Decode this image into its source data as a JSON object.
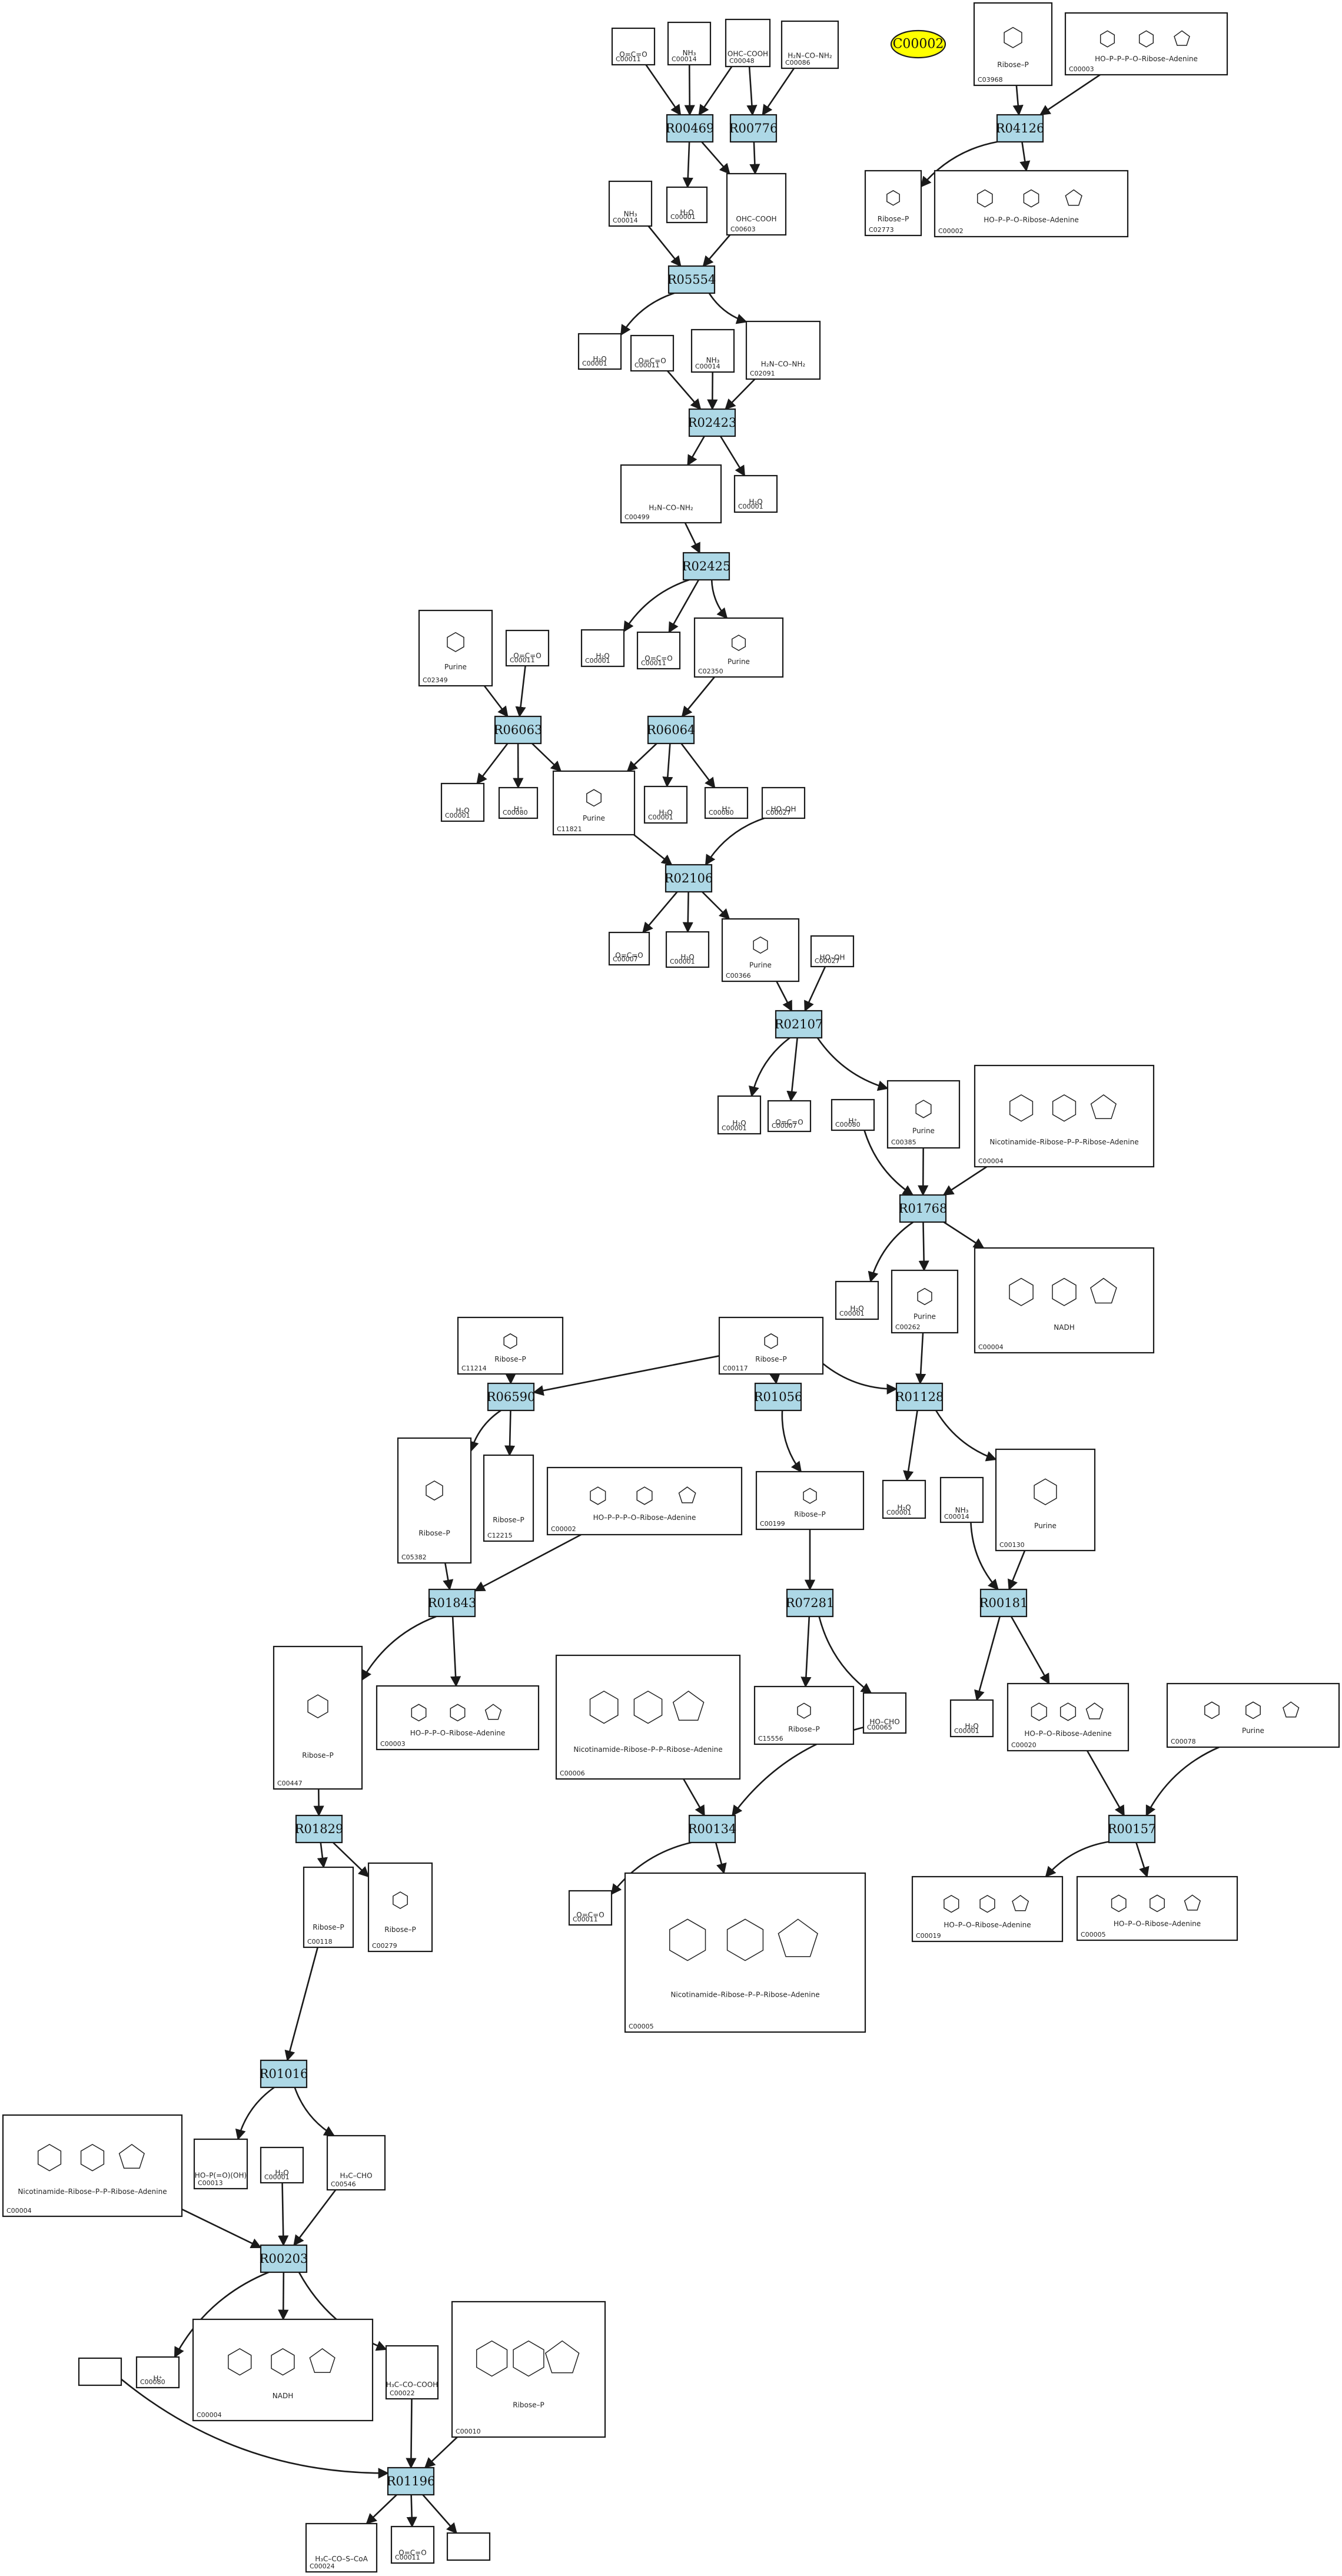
{
  "reactions": [
    "R00469",
    "R00776",
    "R04126",
    "R05554",
    "R02423",
    "R02425",
    "R06063",
    "R06064",
    "R02106",
    "R02107",
    "R01768",
    "R06590",
    "R01056",
    "R01128",
    "R01843",
    "R07281",
    "R00181",
    "R01829",
    "R00134",
    "R00157",
    "R01016",
    "R00203",
    "R01196"
  ],
  "compound_ids": [
    "C00011",
    "C00014",
    "C00048",
    "C00086",
    "C03968",
    "C00003",
    "C02773",
    "C00002",
    "C00001",
    "C00603",
    "C02091",
    "C00499",
    "C02349",
    "C02350",
    "C00080",
    "C11821",
    "C00027",
    "C00007",
    "C00366",
    "C00385",
    "C00004",
    "C11214",
    "C00117",
    "C00262",
    "C05382",
    "C12215",
    "C00199",
    "C00130",
    "C00447",
    "C15556",
    "C00065",
    "C00020",
    "C00078",
    "C00006",
    "C00118",
    "C00279",
    "C00005",
    "C00019",
    "C00013",
    "C00546",
    "C00022",
    "C00010",
    "C00024"
  ],
  "highlight_compound": "C00002",
  "structure_labels": {
    "co2": "O=C=O",
    "water": "H₂O",
    "ammonia": "NH₃",
    "proton": "H⁺",
    "peroxide": "HO–OH",
    "urea": "H₂N–CO–NH₂",
    "atp": "HO–P–P–P–O–Ribose–Adenine",
    "adp": "HO–P–P–O–Ribose–Adenine",
    "amp": "HO–P–O–Ribose–Adenine",
    "nad": "Nicotinamide–Ribose–P–P–Ribose–Adenine",
    "nadh": "NADH",
    "ribose_p": "Ribose–P",
    "acetyl_coa": "H₃C–CO–S–CoA",
    "pyruvate": "H₃C–CO–COOH",
    "acetaldehyde": "H₃C–CHO",
    "formate": "HO–CHO",
    "phosphate": "HO–P(=O)(OH)–OH",
    "purine": "Purine",
    "glyoxylate": "OHC–COOH"
  },
  "colors": {
    "reaction_fill": "#add8e6",
    "highlight_fill": "#ffff00",
    "edge": "#1a1a1a"
  }
}
